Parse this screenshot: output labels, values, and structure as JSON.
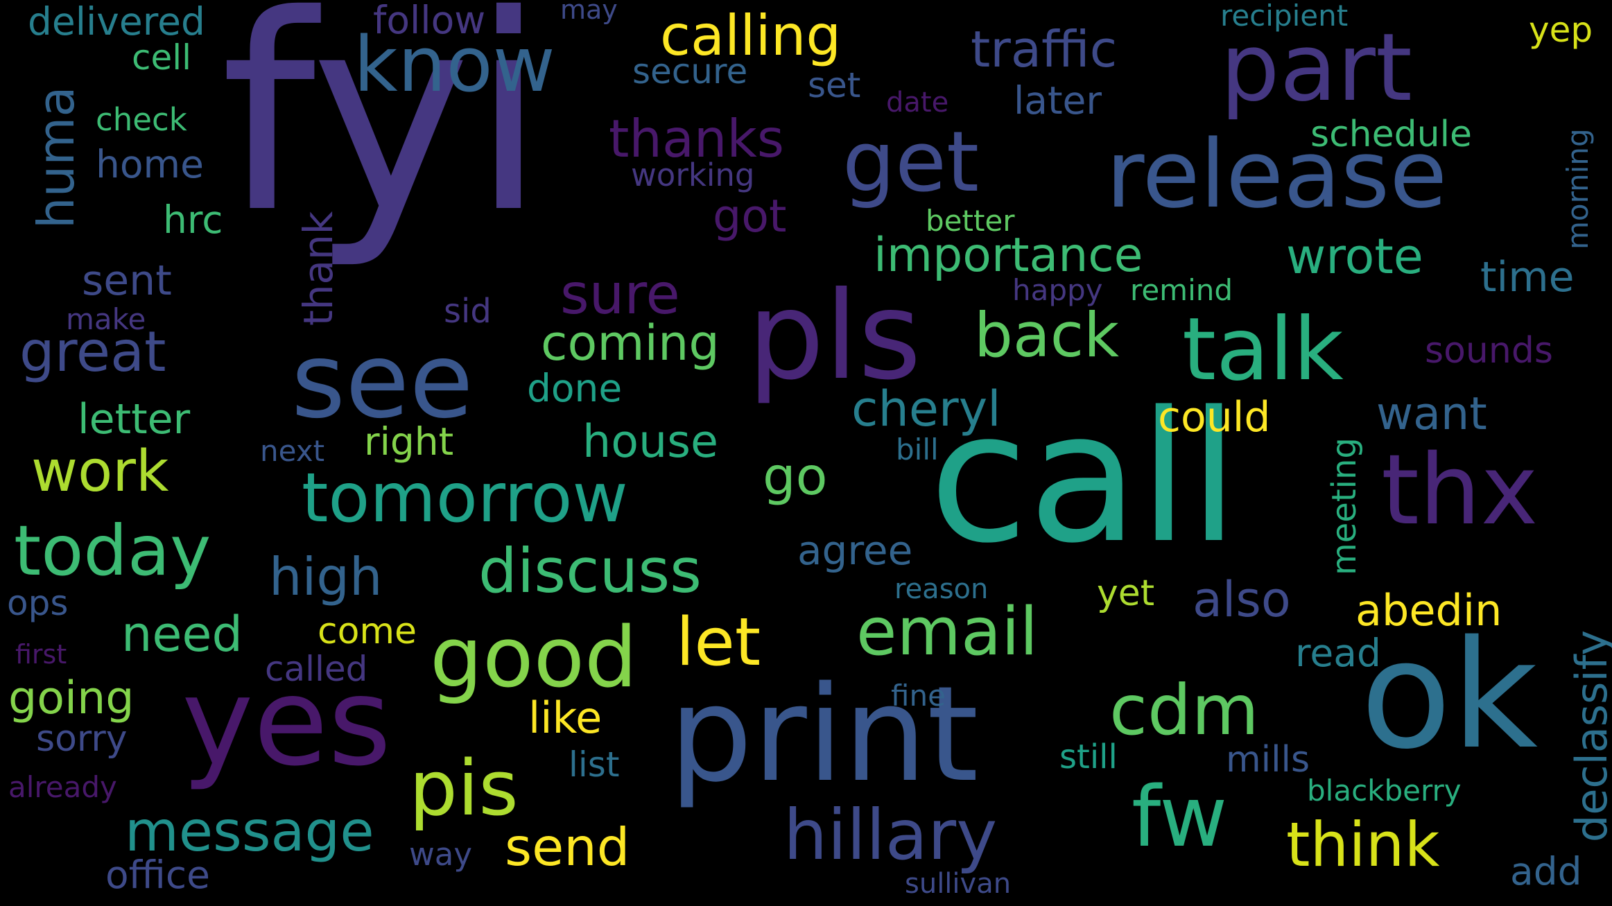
{
  "background": "#000000",
  "palette": {
    "dark_purple": "#48186a",
    "purple": "#482677",
    "indigo": "#453781",
    "blue_violet": "#3e4a89",
    "steel_blue": "#39568c",
    "slate_blue": "#33638d",
    "blue_teal": "#2d708e",
    "teal": "#277f8e",
    "sea_teal": "#21918c",
    "green_teal": "#1fa188",
    "jade": "#29af7f",
    "green": "#3dbc74",
    "light_green": "#5ec962",
    "lime": "#84d44b",
    "yellow_green": "#addc30",
    "yellow": "#d8e219",
    "bright_yellow": "#fde725"
  },
  "words": [
    {
      "text": "fyi",
      "color": "#453781"
    },
    {
      "text": "call",
      "color": "#1fa188"
    },
    {
      "text": "ok",
      "color": "#2d708e"
    },
    {
      "text": "print",
      "color": "#39568c"
    },
    {
      "text": "pls",
      "color": "#482677"
    },
    {
      "text": "yes",
      "color": "#48186a"
    },
    {
      "text": "release",
      "color": "#39568c"
    },
    {
      "text": "part",
      "color": "#453781"
    },
    {
      "text": "thx",
      "color": "#482677"
    },
    {
      "text": "talk",
      "color": "#29af7f"
    },
    {
      "text": "see",
      "color": "#39568c"
    },
    {
      "text": "good",
      "color": "#84d44b"
    },
    {
      "text": "get",
      "color": "#3e4a89"
    },
    {
      "text": "know",
      "color": "#33638d"
    },
    {
      "text": "fw",
      "color": "#29af7f"
    },
    {
      "text": "pis",
      "color": "#addc30"
    },
    {
      "text": "tomorrow",
      "color": "#1fa188"
    },
    {
      "text": "today",
      "color": "#3dbc74"
    },
    {
      "text": "hillary",
      "color": "#3e4a89"
    },
    {
      "text": "cdm",
      "color": "#5ec962"
    },
    {
      "text": "email",
      "color": "#5ec962"
    },
    {
      "text": "discuss",
      "color": "#3dbc74"
    },
    {
      "text": "let",
      "color": "#fde725"
    },
    {
      "text": "think",
      "color": "#d8e219"
    },
    {
      "text": "calling",
      "color": "#fde725"
    },
    {
      "text": "message",
      "color": "#21918c"
    },
    {
      "text": "back",
      "color": "#5ec962"
    },
    {
      "text": "great",
      "color": "#3e4a89"
    },
    {
      "text": "work",
      "color": "#addc30"
    },
    {
      "text": "high",
      "color": "#33638d"
    },
    {
      "text": "traffic",
      "color": "#3e4a89"
    },
    {
      "text": "send",
      "color": "#fde725"
    },
    {
      "text": "importance",
      "color": "#3dbc74"
    },
    {
      "text": "sure",
      "color": "#48186a"
    },
    {
      "text": "thanks",
      "color": "#48186a"
    },
    {
      "text": "go",
      "color": "#5ec962"
    },
    {
      "text": "cheryl",
      "color": "#277f8e"
    },
    {
      "text": "coming",
      "color": "#5ec962"
    },
    {
      "text": "need",
      "color": "#3dbc74"
    },
    {
      "text": "wrote",
      "color": "#29af7f"
    },
    {
      "text": "abedin",
      "color": "#fde725"
    },
    {
      "text": "also",
      "color": "#3e4a89"
    },
    {
      "text": "huma",
      "color": "#33638d"
    },
    {
      "text": "got",
      "color": "#48186a"
    },
    {
      "text": "house",
      "color": "#29af7f"
    },
    {
      "text": "going",
      "color": "#84d44b"
    },
    {
      "text": "want",
      "color": "#33638d"
    },
    {
      "text": "could",
      "color": "#fde725"
    },
    {
      "text": "like",
      "color": "#fde725"
    },
    {
      "text": "time",
      "color": "#2d708e"
    },
    {
      "text": "thank",
      "color": "#453781"
    },
    {
      "text": "sent",
      "color": "#3e4a89"
    },
    {
      "text": "letter",
      "color": "#3dbc74"
    },
    {
      "text": "agree",
      "color": "#33638d"
    },
    {
      "text": "later",
      "color": "#39568c"
    },
    {
      "text": "declassify",
      "color": "#2d708e"
    },
    {
      "text": "right",
      "color": "#84d44b"
    },
    {
      "text": "read",
      "color": "#277f8e"
    },
    {
      "text": "done",
      "color": "#1fa188"
    },
    {
      "text": "office",
      "color": "#3e4a89"
    },
    {
      "text": "schedule",
      "color": "#3dbc74"
    },
    {
      "text": "add",
      "color": "#33638d"
    },
    {
      "text": "meeting",
      "color": "#29af7f"
    },
    {
      "text": "mills",
      "color": "#39568c"
    },
    {
      "text": "sorry",
      "color": "#3e4a89"
    },
    {
      "text": "come",
      "color": "#d8e219"
    },
    {
      "text": "yet",
      "color": "#addc30"
    },
    {
      "text": "sounds",
      "color": "#48186a"
    },
    {
      "text": "hrc",
      "color": "#3dbc74"
    },
    {
      "text": "secure",
      "color": "#33638d"
    },
    {
      "text": "morning",
      "color": "#33638d"
    },
    {
      "text": "home",
      "color": "#39568c"
    },
    {
      "text": "delivered",
      "color": "#277f8e"
    },
    {
      "text": "yep",
      "color": "#d8e219"
    },
    {
      "text": "blackberry",
      "color": "#29af7f"
    },
    {
      "text": "list",
      "color": "#2d708e"
    },
    {
      "text": "remind",
      "color": "#3dbc74"
    },
    {
      "text": "cell",
      "color": "#3dbc74"
    },
    {
      "text": "called",
      "color": "#453781"
    },
    {
      "text": "follow",
      "color": "#453781"
    },
    {
      "text": "set",
      "color": "#39568c"
    },
    {
      "text": "still",
      "color": "#1fa188"
    },
    {
      "text": "ops",
      "color": "#39568c"
    },
    {
      "text": "sid",
      "color": "#453781"
    },
    {
      "text": "working",
      "color": "#453781"
    },
    {
      "text": "check",
      "color": "#3dbc74"
    },
    {
      "text": "recipient",
      "color": "#277f8e"
    },
    {
      "text": "happy",
      "color": "#453781"
    },
    {
      "text": "better",
      "color": "#5ec962"
    },
    {
      "text": "next",
      "color": "#39568c"
    },
    {
      "text": "bill",
      "color": "#2d708e"
    },
    {
      "text": "fine",
      "color": "#33638d"
    },
    {
      "text": "reason",
      "color": "#2d708e"
    },
    {
      "text": "way",
      "color": "#3e4a89"
    },
    {
      "text": "sullivan",
      "color": "#3e4a89"
    },
    {
      "text": "make",
      "color": "#453781"
    },
    {
      "text": "date",
      "color": "#48186a"
    },
    {
      "text": "first",
      "color": "#48186a"
    },
    {
      "text": "already",
      "color": "#48186a"
    },
    {
      "text": "may",
      "color": "#3e4a89"
    }
  ]
}
